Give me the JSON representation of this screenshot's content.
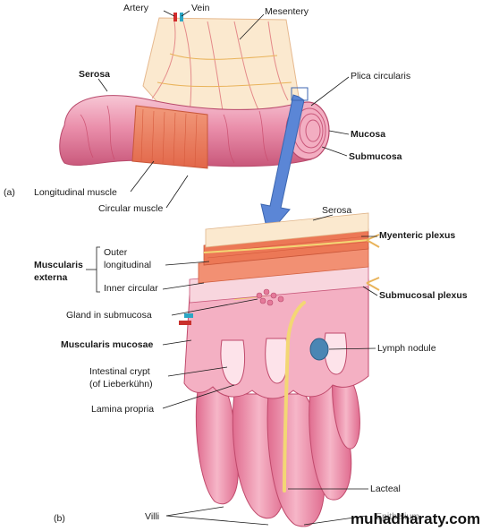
{
  "panel_a": {
    "panel_label": "(a)",
    "labels": {
      "artery": "Artery",
      "vein": "Vein",
      "mesentery": "Mesentery",
      "serosa": "Serosa",
      "plica": "Plica circularis",
      "mucosa": "Mucosa",
      "submucosa": "Submucosa",
      "long_muscle": "Longitudinal muscle",
      "circ_muscle": "Circular muscle"
    }
  },
  "panel_b": {
    "panel_label": "(b)",
    "labels": {
      "serosa": "Serosa",
      "myenteric": "Myenteric plexus",
      "muscularis_1": "Muscularis",
      "muscularis_2": "externa",
      "outer_1": "Outer",
      "outer_2": "longitudinal",
      "inner": "Inner circular",
      "submucosal_plexus": "Submucosal plexus",
      "gland": "Gland in  submucosa",
      "musc_mucosae": "Muscularis mucosae",
      "lymph": "Lymph nodule",
      "crypt_1": "Intestinal crypt",
      "crypt_2": "(of Lieberkühn)",
      "lamina": "Lamina propria",
      "lacteal": "Lacteal",
      "villi": "Villi",
      "epithelium": "Epithelium"
    }
  },
  "watermark": "muhadharaty.com",
  "colors": {
    "tissue_pink": "#e98aa6",
    "tissue_light": "#f6c9d6",
    "muscle_orange": "#ef7f5a",
    "mesentery": "#fbe9cf",
    "nerve_yellow": "#f3d774",
    "arrow_blue": "#5b86d6",
    "lymph_blue": "#4a86b4"
  }
}
